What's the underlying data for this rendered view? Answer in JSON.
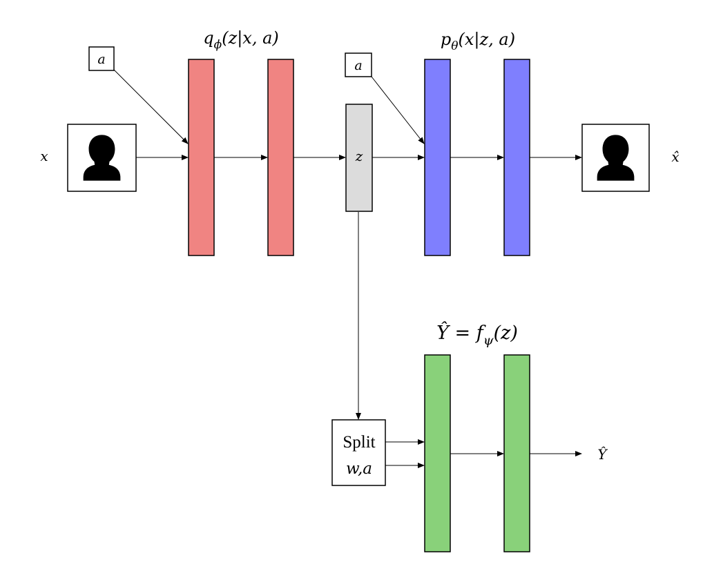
{
  "colors": {
    "encoder": "#f08482",
    "decoder": "#7f7ffe",
    "latent": "#dcdcdc",
    "predictor": "#89d17a",
    "stroke": "#000000",
    "background": "#ffffff"
  },
  "labels": {
    "input": "x",
    "output": "x̂",
    "prediction": "Ŷ",
    "latent": "z",
    "side_input_encoder": "a",
    "side_input_decoder": "a"
  },
  "titles": {
    "encoder": {
      "var": "q",
      "sub": "ϕ",
      "args": "(z|x, a)"
    },
    "decoder": {
      "var": "p",
      "sub": "θ",
      "args": "(x|z, a)"
    },
    "predictor": {
      "lhs": "Ŷ = ",
      "var": "f",
      "sub": "ψ",
      "args": "(z)"
    }
  },
  "split_box": {
    "line1": "Split",
    "line2": "w,a"
  },
  "icons": {
    "input_image": "person-silhouette-icon",
    "output_image": "person-silhouette-icon"
  }
}
